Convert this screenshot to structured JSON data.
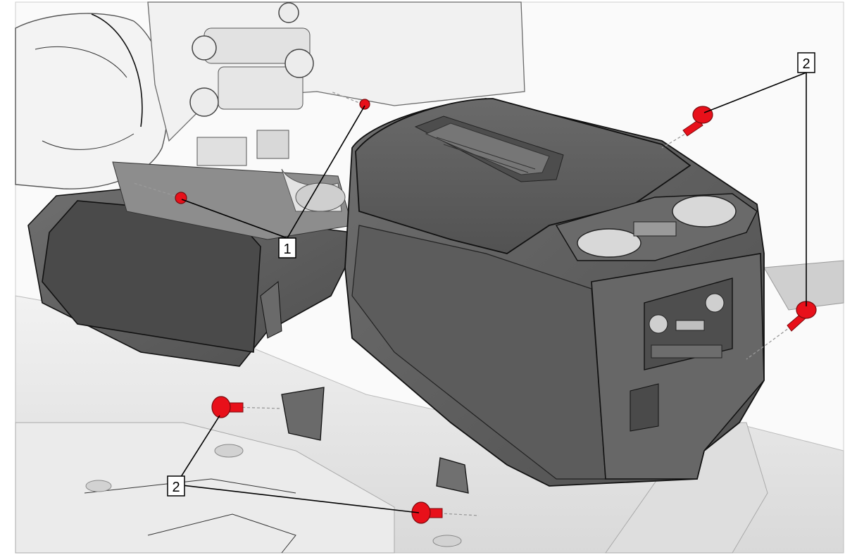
{
  "callouts": {
    "fastener_1": "1",
    "fastener_2_top_right": "2",
    "fastener_2_bottom_left": "2"
  },
  "colors": {
    "fastener": "#e8101a",
    "console_dark": "#5e5e5e",
    "console_mid": "#7a7a7a",
    "floor": "#e6e6e6",
    "line": "#000000"
  }
}
